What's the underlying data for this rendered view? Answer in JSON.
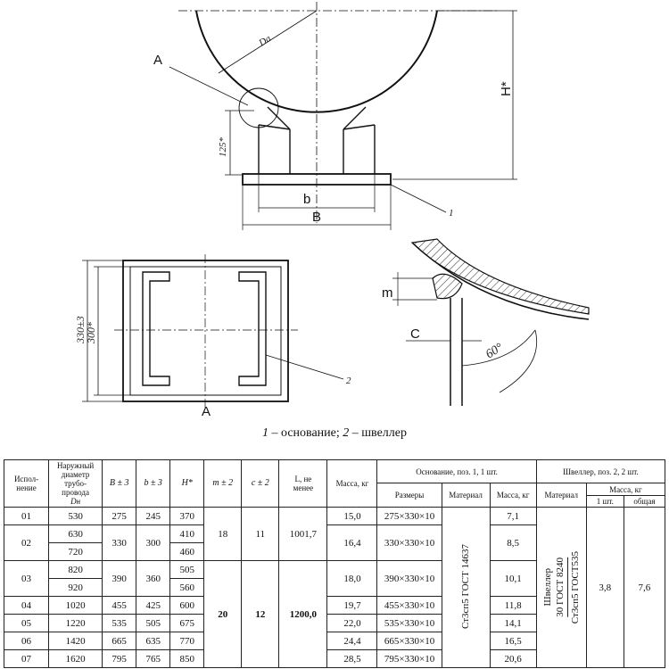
{
  "drawing": {
    "label_A_top": "A",
    "label_Da": "Da",
    "label_H": "H*",
    "label_125": "125*",
    "label_b": "b",
    "label_B": "B",
    "label_1": "1",
    "label_330": "330±3",
    "label_300": "300*",
    "label_2": "2",
    "label_A_view": "A",
    "label_m": "m",
    "label_C": "C",
    "label_60": "60°"
  },
  "legend": {
    "n1": "1",
    "t1": " – основание; ",
    "n2": "2",
    "t2": " – швеллер"
  },
  "table": {
    "headers": {
      "ispolnenie": "Испол-нение",
      "diameter_l1": "Наружный",
      "diameter_l2": "диаметр",
      "diameter_l3": "трубо-",
      "diameter_l4": "провода",
      "diameter_l5": "Dн",
      "B": "B ± 3",
      "b": "b ± 3",
      "H": "H*",
      "m": "m ± 2",
      "c": "c ± 2",
      "L_l1": "L, не",
      "L_l2": "менее",
      "mass": "Масса, кг",
      "osnovanie": "Основание, поз. 1, 1 шт.",
      "razmery": "Размеры",
      "material": "Материал",
      "mass_kg": "Масса, кг",
      "shveller": "Швеллер, поз. 2, 2 шт.",
      "material2": "Материал",
      "mass_kg2": "Масса, кг",
      "one_pc": "1 шт.",
      "total": "общая"
    },
    "rows": [
      {
        "isp": "01",
        "d": [
          "530"
        ],
        "B": "275",
        "b": "245",
        "H": [
          "370"
        ],
        "mass": "15,0",
        "razm": "275×330×10",
        "m_osn": "7,1"
      },
      {
        "isp": "02",
        "d": [
          "630",
          "720"
        ],
        "B": "330",
        "b": "300",
        "H": [
          "410",
          "460"
        ],
        "mass": "16,4",
        "razm": "330×330×10",
        "m_osn": "8,5"
      },
      {
        "isp": "03",
        "d": [
          "820",
          "920"
        ],
        "B": "390",
        "b": "360",
        "H": [
          "505",
          "560"
        ],
        "mass": "18,0",
        "razm": "390×330×10",
        "m_osn": "10,1"
      },
      {
        "isp": "04",
        "d": [
          "1020"
        ],
        "B": "455",
        "b": "425",
        "H": [
          "600"
        ],
        "mass": "19,7",
        "razm": "455×330×10",
        "m_osn": "11,8"
      },
      {
        "isp": "05",
        "d": [
          "1220"
        ],
        "B": "535",
        "b": "505",
        "H": [
          "675"
        ],
        "mass": "22,0",
        "razm": "535×330×10",
        "m_osn": "14,1"
      },
      {
        "isp": "06",
        "d": [
          "1420"
        ],
        "B": "665",
        "b": "635",
        "H": [
          "770"
        ],
        "mass": "24,4",
        "razm": "665×330×10",
        "m_osn": "16,5"
      },
      {
        "isp": "07",
        "d": [
          "1620"
        ],
        "B": "795",
        "b": "765",
        "H": [
          "850"
        ],
        "mass": "28,5",
        "razm": "795×330×10",
        "m_osn": "20,6"
      }
    ],
    "group1": {
      "m": "18",
      "c": "11",
      "L": "1001,7"
    },
    "group2": {
      "m": "20",
      "c": "12",
      "L": "1200,0"
    },
    "material_osn": "Ст3сп5 ГОСТ 14637",
    "material_shv_prefix": "Швеллер",
    "material_shv_num": "30 ГОСТ 8240",
    "material_shv_den": "Ст3сп5 ГОСТ535",
    "mass_one": "3,8",
    "mass_total": "7,6"
  }
}
